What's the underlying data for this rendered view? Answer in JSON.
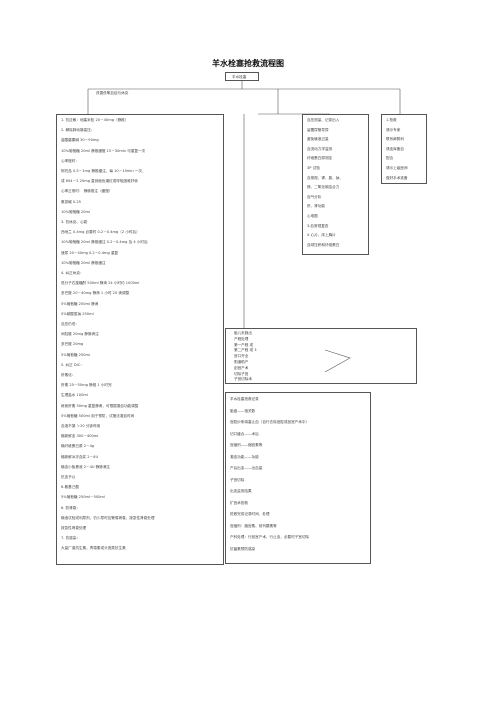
{
  "title": "羊水栓塞抢救流程图",
  "diagnosis": "羊水栓塞",
  "improve_note": "改善低氧血症与休克",
  "left": {
    "lines": [
      "1.   抗过敏：地塞米松 20－40mg（静推）",
      "2.   解除肺动脉高压：",
      "      盐酸罂粟碱 30－90mg",
      "      10%葡萄糖 20ml   静推缓慢 15－30min 可重复一次",
      "      心率慢时：",
      "      阿托品 0.5－1mg   静推缓注，每 10－15min 一次，",
      "      或 654－2 20mg    直到面色潮红或呼吸困难好转",
      "      心率正常时：        静脉推注（缓慢）",
      "      氨茶碱 0.25",
      "      10%葡萄糖 20ml",
      "3.   抗休克、心衰",
      "      西地兰 0.4mg              必要时 0.2－0.4mg（2 小时后）",
      "      10%葡萄糖 20ml  静推缓注   0.2－0.4mg 及 4 小时后",
      "      速尿 20－40mg             0.2－0.4mg 重复",
      "      10%葡萄糖 20ml   静推缓注",
      "4.   纠正休克：",
      "      低分子右旋糖酐 500ml     静滴 24 小时约 1000ml",
      "      多巴胺  20－40mg        静滴 1 小时 20 滴调整",
      "      5%葡萄糖 250ml            静滴",
      "      5%碳酸氢钠 250ml",
      "      血压仍低：",
      "      间羟胺   20mg              静脉滴注",
      "      多巴胺   20mg",
      "      5%葡萄糖 250ml",
      "5.   纠正 DIC：",
      "      肝素化：",
      "      肝素 25－50mg             静推 1 小时完",
      "      生理盐水 100ml",
      "      继而肝素   50mg        重复静滴，可根据凝血功能调整",
      "      5%葡萄糖 500ml          用于预防，试管法凝血时间",
      "      血液不凝                  ＞20 分钟停用",
      "      输新鲜血 300－400ml",
      "      输纤维蛋白原 2－4g",
      "      输新鲜冰冻血浆 2－4U",
      "      输血小板悬液 2－4U        静脉滴注",
      "      抗血予以",
      "      6-氨基己酸",
      "      5%葡萄糖 250ml－500ml",
      "6.   防肾衰：",
      "      输液试验或利尿剂，仍少尿时应警惕肾衰，按急性肾衰处理",
      "      按急性肾衰处理",
      "7.   抗感染：",
      "      大量广谱抗生素，青霉素或头孢类抗生素"
    ]
  },
  "top_right": {
    "col1": [
      "血压测量、记录出入",
      "留置尿管导尿",
      "避免输液过量",
      "血流动力学监测",
      "纤维蛋白原测定",
      "3P 试验",
      "血常规、钾、氯、钠、",
      "镁、二氧化碳结合力",
      "血气分析",
      "肝、肾功能",
      "心电图",
      "3.血常规复查",
      "X 心片、床上胸片",
      "血球压积和纤维蛋白"
    ],
    "col2": [
      "1.抢救",
      "请示专家",
      "联系麻醉科",
      "请血库备血",
      "配合",
      "请示上级医师",
      "做好手术准备"
    ]
  },
  "middle": {
    "lines": [
      "胎儿未娩出",
      "产程处理",
      "第一产程 或",
      "第二产程 或 3",
      "宫口开全",
      "阴道助产",
      "剖宫产术",
      "切除子宫",
      "子宫切除术"
    ]
  },
  "bottom_right": {
    "lines": [
      "羊水栓塞抢救记录",
      "胎盘——相关数",
      "宫腔纱条填塞止血（自行去除宫腔或剖宫产术中）",
      "切口缝合——术后",
      "宫缩剂——缩宫素等",
      "凝血功能——功能",
      "产后出血——出血量",
      "子宫切除",
      "出血监测结果",
      "扩宫术抢救",
      "抢救完成记录时间，处理",
      "宫缩剂：缩宫素、前列腺素等",
      "产科处理：行剖宫产术，行止血，必要时子宫切除",
      "抗菌素预防感染"
    ]
  }
}
